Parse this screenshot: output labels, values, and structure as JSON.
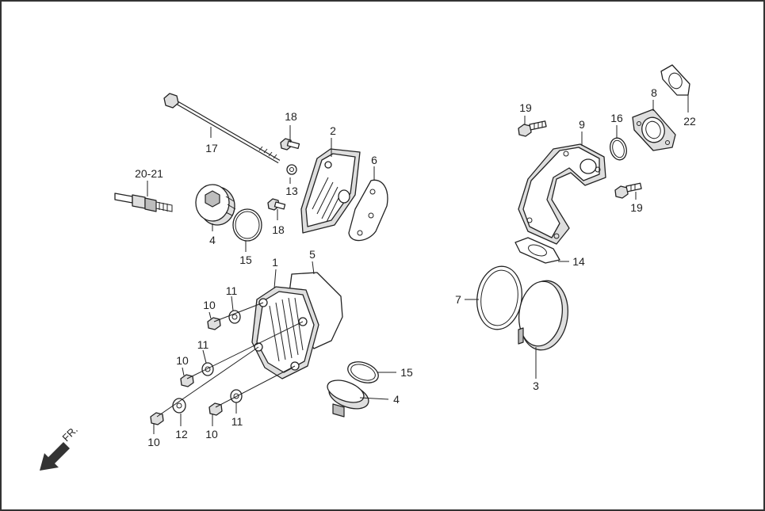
{
  "diagram": {
    "direction_label": "FR.",
    "callouts": [
      {
        "id": "c-1",
        "text": "1"
      },
      {
        "id": "c-2",
        "text": "2"
      },
      {
        "id": "c-3",
        "text": "3"
      },
      {
        "id": "c-4a",
        "text": "4"
      },
      {
        "id": "c-4b",
        "text": "4"
      },
      {
        "id": "c-5",
        "text": "5"
      },
      {
        "id": "c-6",
        "text": "6"
      },
      {
        "id": "c-7",
        "text": "7"
      },
      {
        "id": "c-8",
        "text": "8"
      },
      {
        "id": "c-9",
        "text": "9"
      },
      {
        "id": "c-10a",
        "text": "10"
      },
      {
        "id": "c-10b",
        "text": "10"
      },
      {
        "id": "c-10c",
        "text": "10"
      },
      {
        "id": "c-10d",
        "text": "10"
      },
      {
        "id": "c-11a",
        "text": "11"
      },
      {
        "id": "c-11b",
        "text": "11"
      },
      {
        "id": "c-11c",
        "text": "11"
      },
      {
        "id": "c-12",
        "text": "12"
      },
      {
        "id": "c-13",
        "text": "13"
      },
      {
        "id": "c-14",
        "text": "14"
      },
      {
        "id": "c-15a",
        "text": "15"
      },
      {
        "id": "c-15b",
        "text": "15"
      },
      {
        "id": "c-16",
        "text": "16"
      },
      {
        "id": "c-17",
        "text": "17"
      },
      {
        "id": "c-18a",
        "text": "18"
      },
      {
        "id": "c-18b",
        "text": "18"
      },
      {
        "id": "c-19a",
        "text": "19"
      },
      {
        "id": "c-19b",
        "text": "19"
      },
      {
        "id": "c-20-21",
        "text": "20-21"
      },
      {
        "id": "c-22",
        "text": "22"
      }
    ]
  }
}
